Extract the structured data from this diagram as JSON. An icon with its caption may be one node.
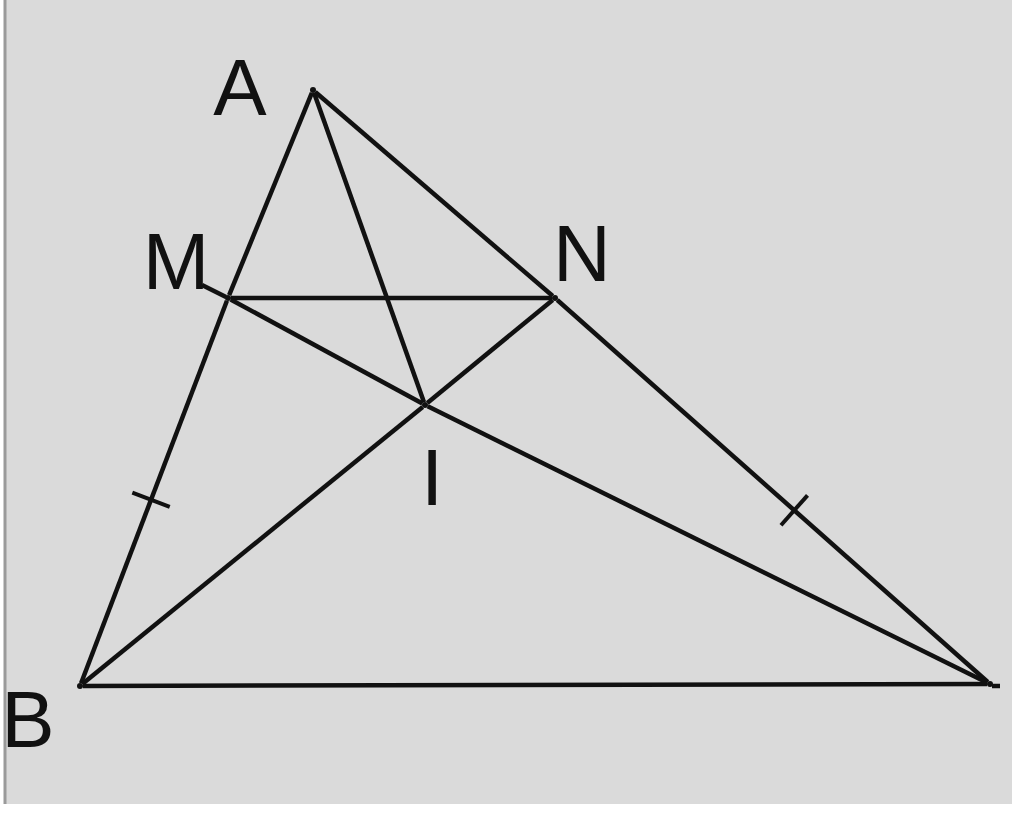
{
  "diagram": {
    "nodes": [
      {
        "text": [],
        "shape": "point",
        "beside": [
          "A"
        ]
      },
      {
        "text": [],
        "shape": "point",
        "beside": [
          "M"
        ]
      },
      {
        "text": [],
        "shape": "point",
        "beside": [
          "N"
        ]
      },
      {
        "text": [],
        "shape": "point",
        "beside": [
          "I"
        ]
      },
      {
        "text": [],
        "shape": "point",
        "beside": [
          "B"
        ]
      },
      {
        "text": [],
        "shape": "point"
      }
    ],
    "edges": [
      {
        "from": 0,
        "to": 1,
        "arrow": "none"
      },
      {
        "from": 1,
        "to": 4,
        "arrow": "none"
      },
      {
        "from": 0,
        "to": 2,
        "arrow": "none"
      },
      {
        "from": 2,
        "to": 5,
        "arrow": "none"
      },
      {
        "from": 1,
        "to": 2,
        "arrow": "none"
      },
      {
        "from": 0,
        "to": 3,
        "arrow": "none"
      },
      {
        "from": 1,
        "to": 3,
        "arrow": "none"
      },
      {
        "from": 3,
        "to": 5,
        "arrow": "none"
      },
      {
        "from": 4,
        "to": 3,
        "arrow": "none"
      },
      {
        "from": 3,
        "to": 2,
        "arrow": "none"
      },
      {
        "from": 4,
        "to": 5,
        "arrow": "none"
      }
    ]
  }
}
